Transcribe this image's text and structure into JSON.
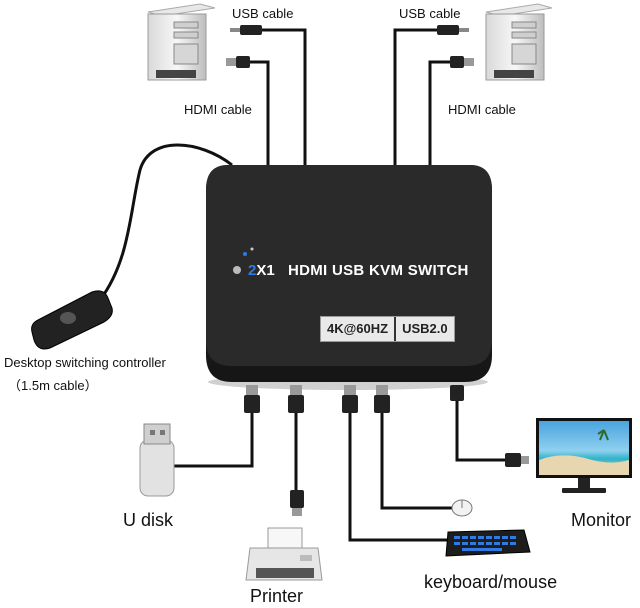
{
  "labels": {
    "usb_cable_left": "USB cable",
    "usb_cable_right": "USB cable",
    "hdmi_cable_left": "HDMI cable",
    "hdmi_cable_right": "HDMI cable",
    "controller_line1": "Desktop switching controller",
    "controller_line2": "（1.5m cable）",
    "u_disk": "U disk",
    "printer": "Printer",
    "keyboard_mouse": "keyboard/mouse",
    "monitor": "Monitor"
  },
  "device": {
    "logo_left": "2",
    "logo_right": "X1",
    "title": "HDMI USB KVM  SWITCH",
    "badge_resolution": "4K@60HZ",
    "badge_usb": "USB2.0"
  },
  "colors": {
    "device_body": "#1c1c1c",
    "device_top": "#2a2a2a",
    "logo_accent": "#2f7be6",
    "cable": "#111111",
    "badge_bg": "#e9e9e9"
  },
  "icons": [
    "computer-tower-icon",
    "mouse-icon",
    "keyboard-icon",
    "printer-icon",
    "usb-drive-icon",
    "monitor-icon",
    "switch-controller-icon"
  ]
}
